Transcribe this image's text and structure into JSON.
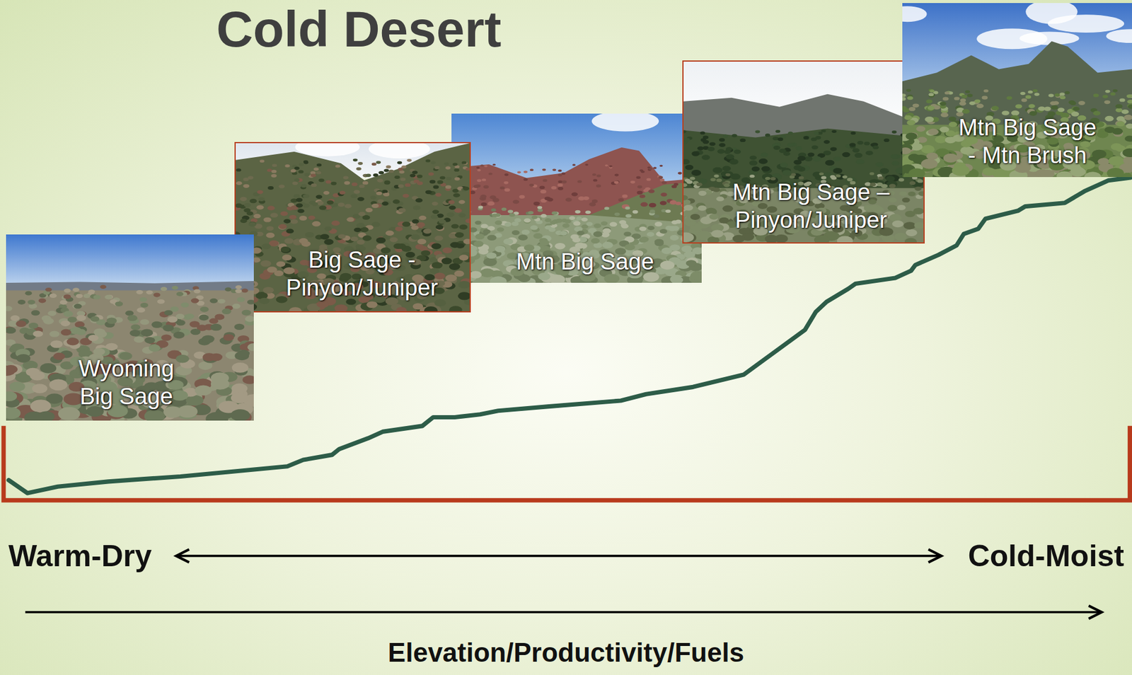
{
  "diagram": {
    "title": "Cold Desert",
    "nodes": [
      {
        "text": [
          "Wyoming Big Sage"
        ]
      },
      {
        "text": [
          "Big Sage - Pinyon/Juniper"
        ]
      },
      {
        "text": [
          "Mtn Big Sage"
        ]
      },
      {
        "text": [
          "Mtn Big Sage – Pinyon/Juniper"
        ]
      },
      {
        "text": [
          "Mtn Big Sage - Mtn Brush"
        ]
      }
    ],
    "labels": [
      "Warm-Dry",
      "Cold-Moist",
      "Elevation/Productivity/Fuels"
    ]
  }
}
